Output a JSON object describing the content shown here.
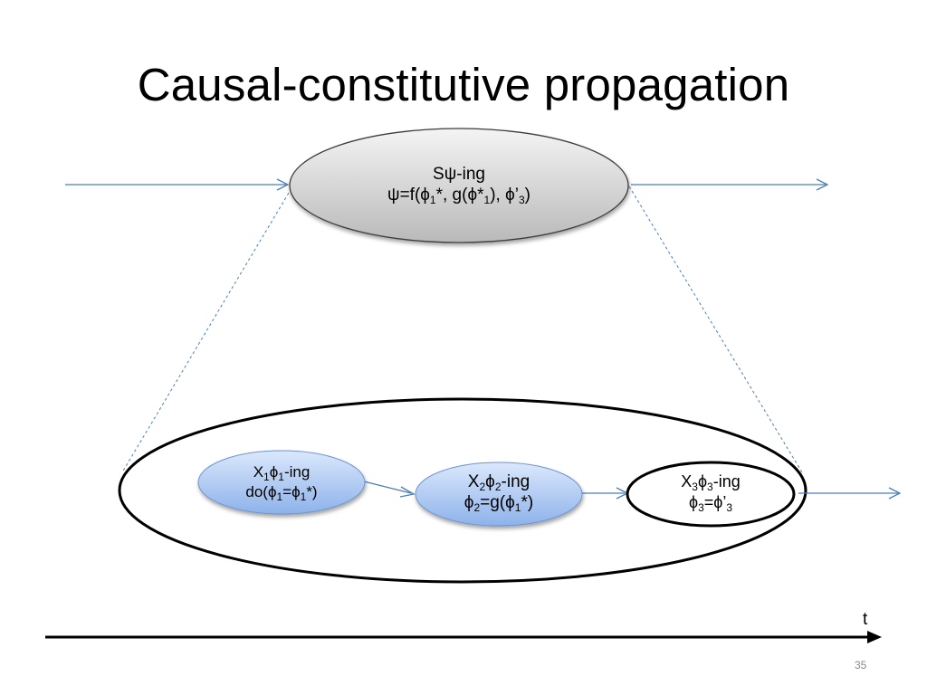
{
  "slide": {
    "title": "Causal-constitutive propagation",
    "page_number": "35"
  },
  "timeline": {
    "label": "t"
  },
  "top_node": {
    "line1": {
      "a": "S",
      "b": "ψ",
      "c": "-ing"
    },
    "line2": {
      "a": "ψ=f(ϕ",
      "b": "1",
      "c": "*, g(ϕ*",
      "d": "1",
      "e": "), ϕ’",
      "f": "3",
      "g": ")"
    }
  },
  "nodes": [
    {
      "line1": {
        "a": "X",
        "b": "1",
        "c": "ϕ",
        "d": "1",
        "e": "-ing"
      },
      "line2": {
        "a": "do(ϕ",
        "b": "1",
        "c": "=ϕ",
        "d": "1",
        "e": "*)"
      }
    },
    {
      "line1": {
        "a": "X",
        "b": "2",
        "c": "ϕ",
        "d": "2",
        "e": "-ing"
      },
      "line2": {
        "a": "ϕ",
        "b": "2",
        "c": "=g(ϕ",
        "d": "1",
        "e": "*)"
      }
    },
    {
      "line1": {
        "a": "X",
        "b": "3",
        "c": "ϕ",
        "d": "3",
        "e": "-ing"
      },
      "line2": {
        "a": "ϕ",
        "b": "3",
        "c": "=ϕ’",
        "d": "3"
      }
    }
  ],
  "colors": {
    "arrow_blue": "#4a7ebb",
    "node_blue_light": "#d7e6fb",
    "node_blue_dark": "#8fb4ea",
    "node_gray_light": "#f2f2f2",
    "node_gray_dark": "#bdbdbd"
  }
}
